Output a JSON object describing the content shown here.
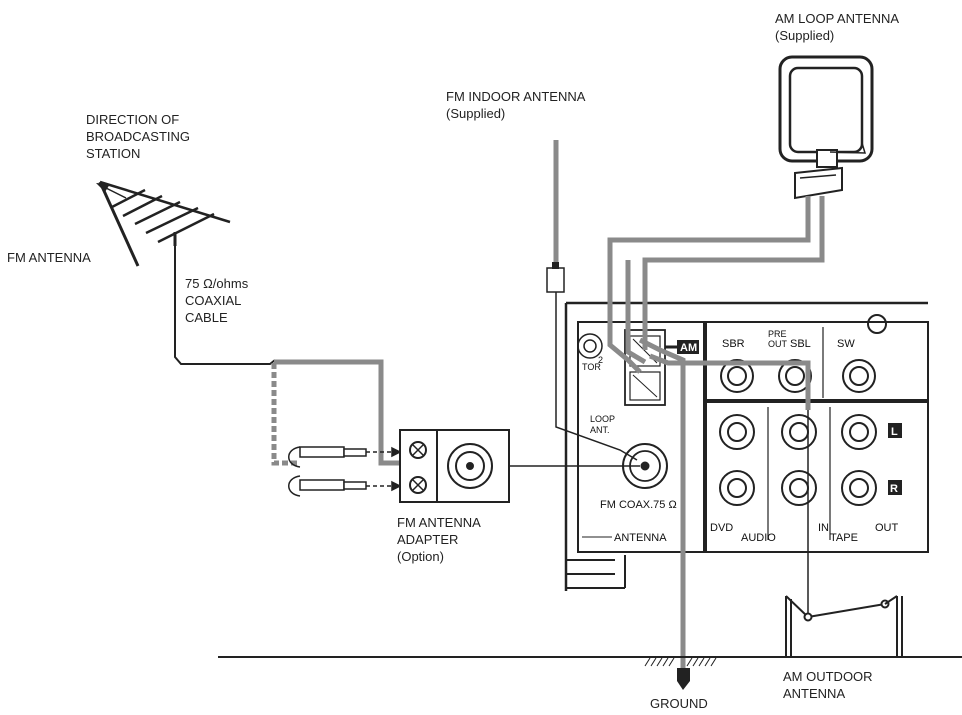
{
  "labels": {
    "am_loop_title": "AM LOOP ANTENNA",
    "am_loop_sub": "(Supplied)",
    "fm_indoor_title": "FM INDOOR ANTENNA",
    "fm_indoor_sub": "(Supplied)",
    "direction_l1": "DIRECTION OF",
    "direction_l2": "BROADCASTING",
    "direction_l3": "STATION",
    "fm_antenna": "FM ANTENNA",
    "coax_l1": "75 Ω/ohms",
    "coax_l2": "COAXIAL",
    "coax_l3": "CABLE",
    "adapter_l1": "FM ANTENNA",
    "adapter_l2": "ADAPTER",
    "adapter_l3": "(Option)",
    "ground": "GROUND",
    "am_outdoor_l1": "AM OUTDOOR",
    "am_outdoor_l2": "ANTENNA"
  },
  "panel": {
    "am": "AM",
    "sbr": "SBR",
    "pre": "PRE",
    "out_top": "OUT",
    "sbl": "SBL",
    "sw": "SW",
    "tor": "TOR",
    "tor_num": "2",
    "loop": "LOOP",
    "ant": "ANT.",
    "fm_coax": "FM COAX.75 Ω",
    "antenna": "ANTENNA",
    "dvd": "DVD",
    "audio": "AUDIO",
    "in": "IN",
    "tape": "TAPE",
    "out": "OUT",
    "l": "L",
    "r": "R"
  }
}
